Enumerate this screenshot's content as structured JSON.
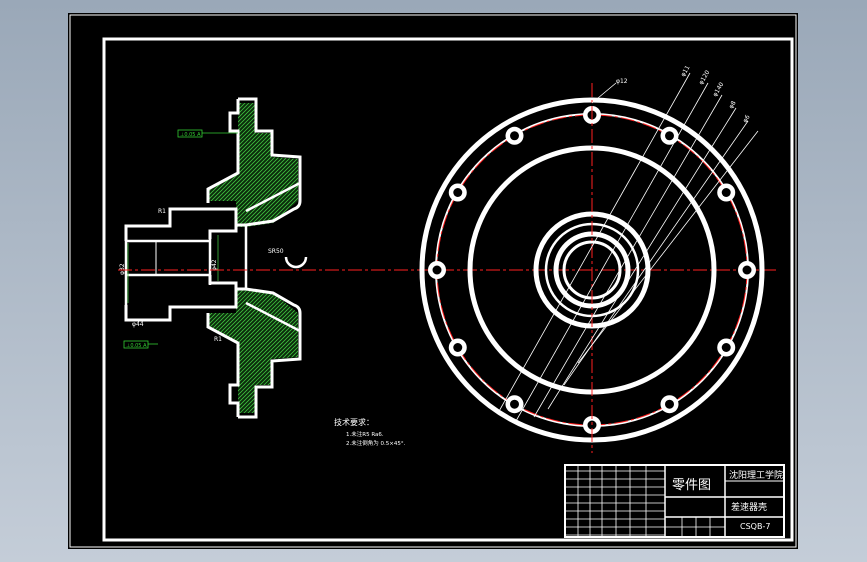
{
  "colors": {
    "background": "#000000",
    "frame": "#ffffff",
    "centerline": "#ff2020",
    "hatch": "#3fbf3f",
    "dimension": "#ffffff",
    "tolerance_box": "#33cc33",
    "outer_bg": "#a8b4c2"
  },
  "notes": {
    "title": "技术要求：",
    "line1": "1.未注R5  Ra6.",
    "line2": "2.未注倒角为 0.5×45°."
  },
  "title_block": {
    "part_label": "零件图",
    "school": "沈阳理工学院",
    "part_name": "差速器壳",
    "drawing_no": "CSQB-7"
  },
  "dimensions": {
    "left_top_box": "⊥0.05 A",
    "left_bottom_box": "⊥0.05 A",
    "radial_labels": [
      "φ12",
      "φ11",
      "φ120",
      "φ140",
      "φ8",
      "φ6"
    ]
  }
}
